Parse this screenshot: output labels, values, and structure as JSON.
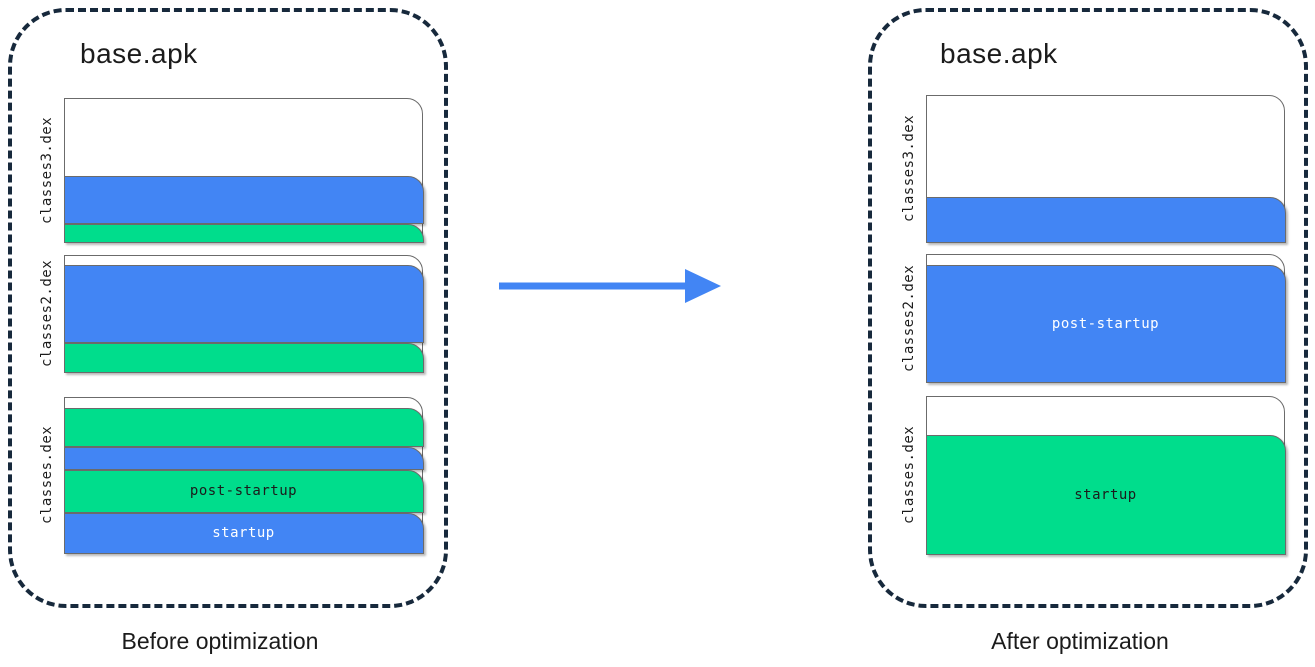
{
  "colors": {
    "startup": "#00dd8c",
    "post_startup": "#4285f4",
    "panel_border": "#17293c",
    "box_outline": "#6b6b6b",
    "arrow": "#4285f4"
  },
  "arrow": {
    "icon": "right-arrow-icon",
    "direction": "right"
  },
  "panels": [
    {
      "id": "before",
      "title": "base.apk",
      "caption": "Before optimization",
      "dex_files": [
        {
          "label": "classes3.dex",
          "bands": [
            {
              "kind": "post-startup",
              "text": ""
            },
            {
              "kind": "startup",
              "text": ""
            }
          ]
        },
        {
          "label": "classes2.dex",
          "bands": [
            {
              "kind": "post-startup",
              "text": ""
            },
            {
              "kind": "startup",
              "text": ""
            }
          ]
        },
        {
          "label": "classes.dex",
          "bands": [
            {
              "kind": "startup",
              "text": "startup"
            },
            {
              "kind": "post-startup",
              "text": "post-startup"
            },
            {
              "kind": "startup",
              "text": ""
            },
            {
              "kind": "post-startup",
              "text": ""
            }
          ]
        }
      ]
    },
    {
      "id": "after",
      "title": "base.apk",
      "caption": "After optimization",
      "dex_files": [
        {
          "label": "classes3.dex",
          "bands": [
            {
              "kind": "post-startup",
              "text": ""
            }
          ]
        },
        {
          "label": "classes2.dex",
          "bands": [
            {
              "kind": "post-startup",
              "text": "post-startup"
            }
          ]
        },
        {
          "label": "classes.dex",
          "bands": [
            {
              "kind": "startup",
              "text": "startup"
            }
          ]
        }
      ]
    }
  ]
}
